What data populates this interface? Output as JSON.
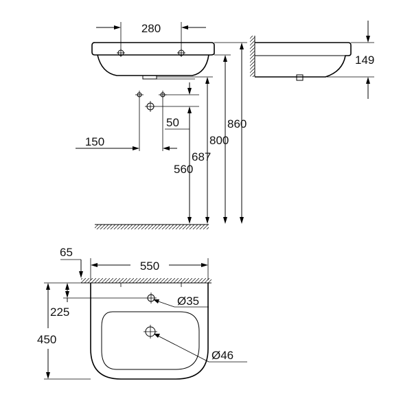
{
  "dimensions": {
    "tap_spacing": "280",
    "depth": "149",
    "waste_offset": "50",
    "supply_spacing": "150",
    "height_860": "860",
    "height_800": "800",
    "height_687": "687",
    "height_560": "560",
    "wall_offset": "65",
    "width": "550",
    "tap_hole_depth": "225",
    "projection": "450",
    "tap_hole_diameter": "Ø35",
    "waste_diameter": "Ø46"
  }
}
